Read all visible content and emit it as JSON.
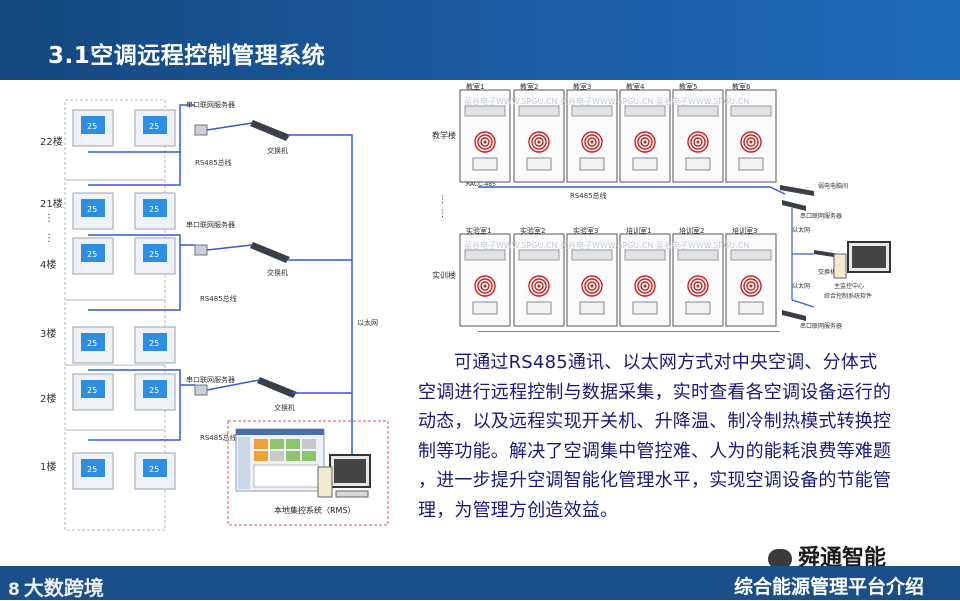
{
  "header": {
    "title": "3.1空调远程控制管理系统"
  },
  "left_diagram": {
    "floors": [
      "22楼",
      "21楼",
      "4楼",
      "3楼",
      "2楼",
      "1楼"
    ],
    "thermostat_value": "25",
    "server_label": "串口联网服务器",
    "bus_label": "RS485总线",
    "switch_label": "交换机",
    "ethernet_label": "以太网",
    "rms_label": "本地集控系统（RMS）"
  },
  "right_diagram": {
    "watermark": "蓝谷电子WWW.SPGU.CN",
    "building1": "教学楼",
    "building2": "实训楼",
    "rooms_top": [
      "教室1",
      "教室2",
      "教室3",
      "教室4",
      "教室5",
      "教室6"
    ],
    "rooms_bottom": [
      "实验室1",
      "实验室2",
      "实验室3",
      "培训室1",
      "培训室2",
      "培训室3"
    ],
    "rs485_bus": "RS485总线",
    "rs485_short": "RACC-485",
    "ethernet1": "以太网",
    "ethernet2": "以太网",
    "server1": "串口联网服务器",
    "server2": "串口联网服务器",
    "switch": "交换机",
    "weak_room": "弱电电脑间",
    "monitor_center": "主监控中心",
    "monitor_software": "综合控制系统软件"
  },
  "body_text": [
    "可通过RS485通讯、以太网方式对中央空调、分体式",
    "空调进行远程控制与数据采集，实时查看各空调设备运行的",
    "动态，以及远程实现开关机、升降温、制冷制热模式转换控",
    "制等功能。解决了空调集中管控难、人为的能耗浪费等难题",
    "，进一步提升空调智能化管理水平，实现空调设备的节能管",
    "理，为管理方创造效益。"
  ],
  "wechat": {
    "label": "舜通智能"
  },
  "footer": {
    "logo_prefix": "8",
    "logo_text": "大数跨境",
    "right_text": "综合能源管理平台介绍"
  },
  "colors": {
    "header_blue": "#1c5ea6",
    "footer_blue": "#1b4f8a",
    "text_navy": "#1a1a7a",
    "line_blue": "#2f5fd0"
  }
}
